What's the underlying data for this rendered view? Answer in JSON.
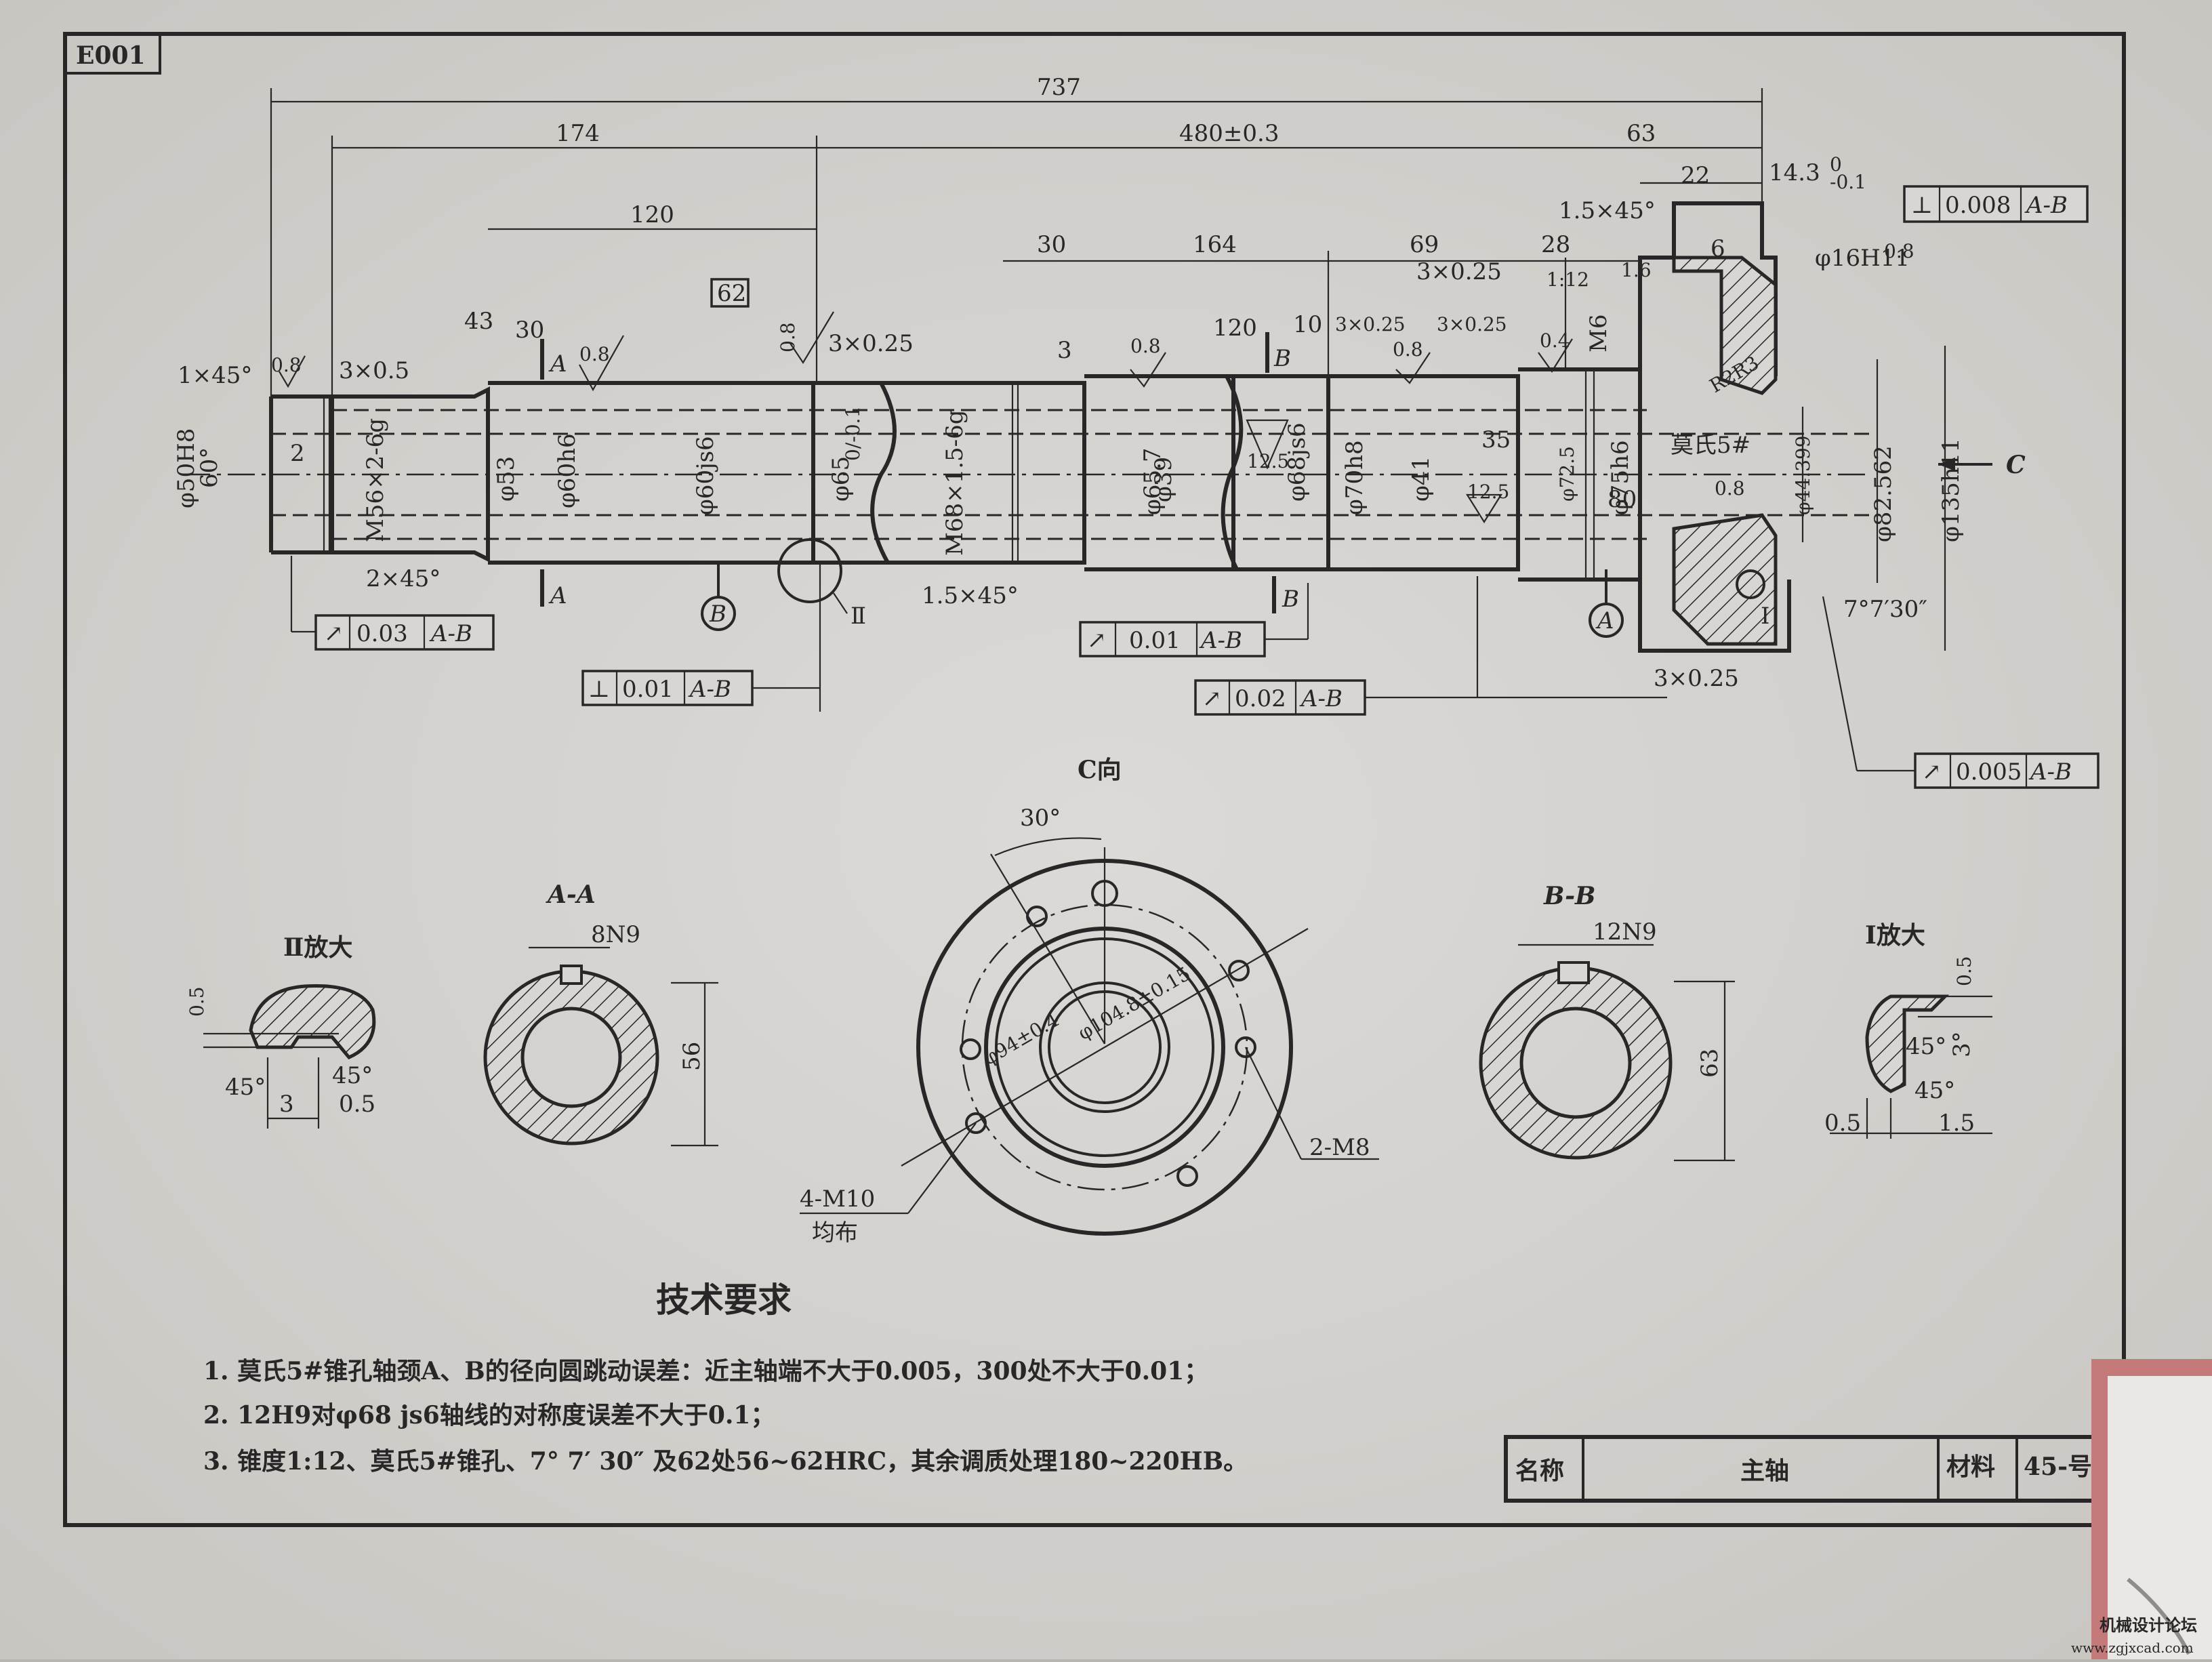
{
  "drawing_id": "E001",
  "dimensions": {
    "overall_737": "737",
    "d174": "174",
    "d480": "480±0.3",
    "d63": "63",
    "d120": "120",
    "d62_box": "62",
    "d43": "43",
    "d30a": "30",
    "d30b": "30",
    "d164": "164",
    "d69": "69",
    "d28": "28",
    "d22": "22",
    "d14_3": "14.3",
    "d14_3_up": "0",
    "d14_3_low": "-0.1",
    "d6": "6",
    "d1_6": "1.6",
    "d3": "3",
    "d120b": "120",
    "d10": "10",
    "d35": "35",
    "d80": "80",
    "chamfer_1x45": "1×45°",
    "chamfer_1_5x45_top": "1.5×45°",
    "chamfer_1_5x45_bot": "1.5×45°",
    "chamfer_2x45": "2×45°",
    "groove_3x05": "3×0.5",
    "groove_3x025_a": "3×0.25",
    "groove_3x025_b": "3×0.25",
    "groove_3x025_c": "3×0.25",
    "groove_3x025_d": "3×0.25",
    "groove_3x025_e": "3×0.25",
    "taper_1_12": "1:12",
    "angle_60": "60°",
    "dim_2": "2",
    "rough_08_a": "0.8",
    "rough_08_b": "0.8",
    "rough_08_c": "0.8",
    "rough_08_d": "0.8",
    "rough_08_e": "0.8",
    "rough_08_f": "0.8",
    "rough_08_g": "0.8",
    "rough_04": "0.4",
    "rough_12_5_a": "12.5",
    "rough_12_5_b": "12.5",
    "r2r3": "R2R3",
    "m6": "M6",
    "angle_7": "7°7′30″",
    "dia_16h11": "φ16H11",
    "mohs": "莫氏5#"
  },
  "diameters": {
    "phi50h8": "φ50H8",
    "m56": "M56×2-6g",
    "phi53": "φ53",
    "phi60h6": "φ60h6",
    "phi60js6": "φ60js6",
    "phi65": "φ65",
    "phi65_tol": "0/-0.1",
    "m68": "M68×1.5-6g",
    "phi65_7": "φ65.7",
    "phi39": "φ39",
    "phi68js6": "φ68js6",
    "phi70h8": "φ70h8",
    "phi41": "φ41",
    "phi72_5": "φ72.5",
    "phi75h6": "φ75h6",
    "phi44": "φ44.399",
    "phi82": "φ82.562",
    "phi135": "φ135h11"
  },
  "tolerance_frames": [
    {
      "sym": "⊥",
      "val": "0.008",
      "ref": "A-B"
    },
    {
      "sym": "↗",
      "val": "0.03",
      "ref": "A-B"
    },
    {
      "sym": "⊥",
      "val": "0.01",
      "ref": "A-B"
    },
    {
      "sym": "↗",
      "val": "0.01",
      "ref": "A-B"
    },
    {
      "sym": "↗",
      "val": "0.02",
      "ref": "A-B"
    },
    {
      "sym": "↗",
      "val": "0.005",
      "ref": "A-B"
    }
  ],
  "labels": {
    "view_c_dir": "C",
    "c_view": "C向",
    "section_aa": "A-A",
    "section_bb": "B-B",
    "detail_ii": "Ⅱ放大",
    "detail_i": "Ⅰ放大",
    "mark_ii": "Ⅱ",
    "mark_i": "Ⅰ",
    "datum_a": "A",
    "datum_b": "B",
    "cut_a1": "A",
    "cut_a2": "A",
    "cut_b1": "B",
    "cut_b2": "B",
    "key_8n9": "8N9",
    "key_12n9": "12N9",
    "aa_56": "56",
    "bb_63": "63",
    "c_30deg": "30°",
    "c_phi94": "φ94±0.4",
    "c_phi104": "φ104.8±0.15",
    "c_2m8": "2-M8",
    "c_4m10": "4-M10",
    "c_junbu": "均布",
    "ii_05": "0.5",
    "ii_45a": "45°",
    "ii_3": "3",
    "ii_45b": "45°",
    "ii_05b": "0.5",
    "i_05": "0.5",
    "i_45a": "45°",
    "i_3": "3°",
    "i_45b": "45°",
    "i_05b": "0.5",
    "i_15": "1.5"
  },
  "tech": {
    "title": "技术要求",
    "req1": "1. 莫氏5#锥孔轴颈A、B的径向圆跳动误差：近主轴端不大于0.005，300处不大于0.01；",
    "req2": "2. 12H9对φ68 js6轴线的对称度误差不大于0.1；",
    "req3": "3. 锥度1:12、莫氏5#锥孔、7° 7′ 30″ 及62处56~62HRC，其余调质处理180~220HB。"
  },
  "title_block": {
    "name_label": "名称",
    "name_value": "主轴",
    "material_label": "材料",
    "material_value": "45-号"
  },
  "watermark": {
    "line1": "机械设计论坛",
    "line2": "www.zgjxcad.com"
  }
}
